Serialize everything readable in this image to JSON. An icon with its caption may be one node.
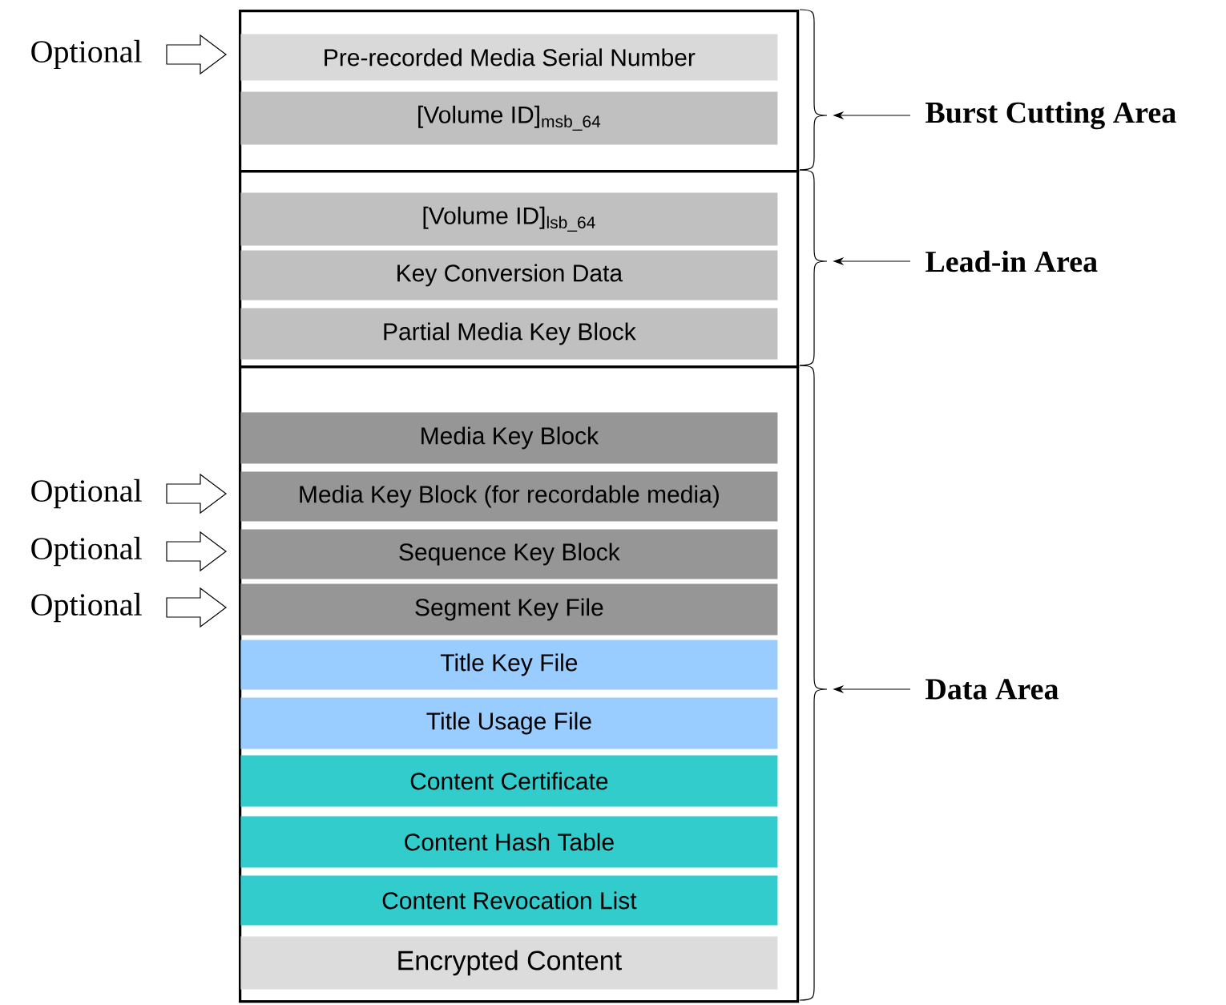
{
  "diagram": {
    "nodes": [
      {
        "text": [],
        "shape": "box"
      },
      {
        "text": [
          "Pre-recorded Media Serial Number"
        ],
        "in": 0
      },
      {
        "text": [
          "[Volume ID]$_{msb_64}$"
        ],
        "in": 0
      },
      {
        "text": [],
        "shape": "box"
      },
      {
        "text": [
          "[Volume ID]$_{lsb_64}$"
        ],
        "in": 3
      },
      {
        "text": [
          "Key Conversion Data"
        ],
        "in": 3
      },
      {
        "text": [
          "Partial Media Key Block"
        ],
        "in": 3
      },
      {
        "text": [],
        "shape": "box"
      },
      {
        "text": [
          "Media Key Block"
        ],
        "in": 7
      },
      {
        "text": [
          "Media Key Block (for recordable media)"
        ],
        "in": 7
      },
      {
        "text": [
          "Sequence Key Block"
        ],
        "in": 7
      },
      {
        "text": [
          "Segment Key File"
        ],
        "in": 7
      },
      {
        "text": [
          "Title Key File"
        ],
        "in": 7
      },
      {
        "text": [
          "Title Usage File"
        ],
        "in": 7
      },
      {
        "text": [
          "Content Certificate"
        ],
        "in": 7
      },
      {
        "text": [
          "Content Hash Table"
        ],
        "in": 7
      },
      {
        "text": [
          "Content Revocation List"
        ],
        "in": 7
      },
      {
        "text": [
          "Encrypted Content"
        ],
        "in": 7
      },
      {
        "text": [
          "Optional"
        ]
      },
      {
        "text": [
          "Optional"
        ]
      },
      {
        "text": [
          "Optional"
        ]
      },
      {
        "text": [
          "Optional"
        ]
      },
      {
        "text": [
          "Burst Cutting Area"
        ]
      },
      {
        "text": [
          "Lead-in Area"
        ]
      },
      {
        "text": [
          "Data Area"
        ]
      }
    ],
    "edges": [
      {
        "from": 18,
        "to": 1,
        "arrow": "to"
      },
      {
        "from": 19,
        "to": 9,
        "arrow": "to"
      },
      {
        "from": 20,
        "to": 10,
        "arrow": "to"
      },
      {
        "from": 21,
        "to": 11,
        "arrow": "to"
      },
      {
        "from": 22,
        "to": 0,
        "arrow": "to"
      },
      {
        "from": 23,
        "to": 3,
        "arrow": "to"
      },
      {
        "from": 24,
        "to": 7,
        "arrow": "to"
      }
    ]
  }
}
